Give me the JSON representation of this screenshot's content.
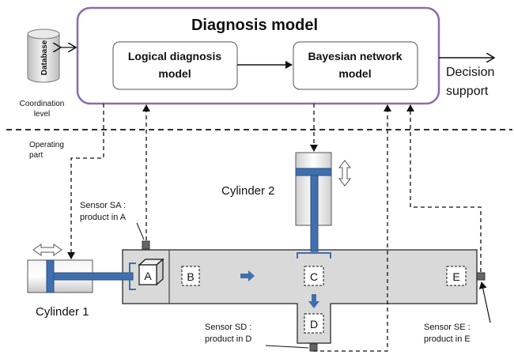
{
  "diagnosis_model": {
    "title": "Diagnosis model",
    "logical": {
      "line1": "Logical diagnosis",
      "line2": "model"
    },
    "bayesian": {
      "line1": "Bayesian network",
      "line2": "model"
    }
  },
  "decision": {
    "line1": "Decision",
    "line2": "support"
  },
  "database": {
    "label": "Database"
  },
  "levels": {
    "coordination_line1": "Coordination",
    "coordination_line2": "level",
    "operating_line1": "Operating",
    "operating_line2": "part"
  },
  "cylinders": {
    "cylinder1": "Cylinder 1",
    "cylinder2": "Cylinder 2"
  },
  "positions": {
    "a": "A",
    "b": "B",
    "c": "C",
    "d": "D",
    "e": "E"
  },
  "sensors": {
    "sa_line1": "Sensor SA :",
    "sa_line2": "product in A",
    "sd_line1": "Sensor SD :",
    "sd_line2": "product in D",
    "se_line1": "Sensor SE :",
    "se_line2": "product in E"
  },
  "colors": {
    "frame": "#8a6bb0",
    "piston": "#3f6fae",
    "conveyor": "#d9d9d9",
    "sensor": "#666666"
  }
}
